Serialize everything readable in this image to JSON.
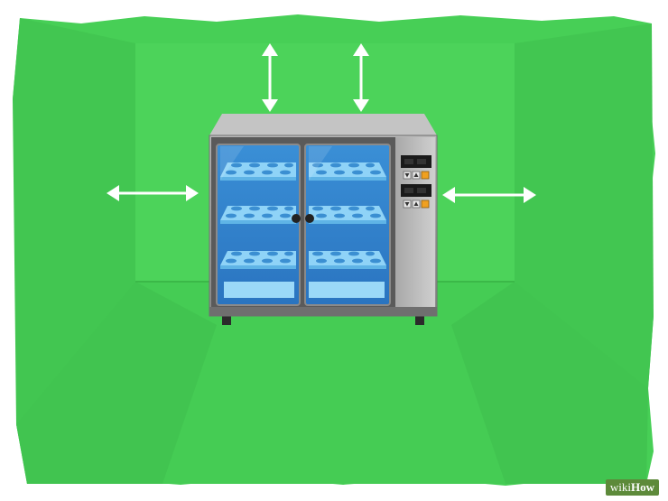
{
  "scene": {
    "subject": "incubator-cabinet",
    "colors": {
      "wall_back": "#4cd35a",
      "wall_side": "#43c952",
      "floor": "#45cc54",
      "floor_dark": "#3fbf4d",
      "steel": "#9a9a9a",
      "steel_dark": "#6f6f6f",
      "glass": "#2f8fd8",
      "glass_light": "#7fc8f5",
      "shelf": "#8fd3f7",
      "arrow": "#ffffff",
      "button_up": "#f0a020"
    },
    "icons": [
      "double-arrow-icon",
      "up-arrow-icon",
      "down-arrow-icon"
    ],
    "control_panel": {
      "display_count": 2
    }
  },
  "watermark": {
    "prefix": "wiki",
    "brand": "How"
  }
}
